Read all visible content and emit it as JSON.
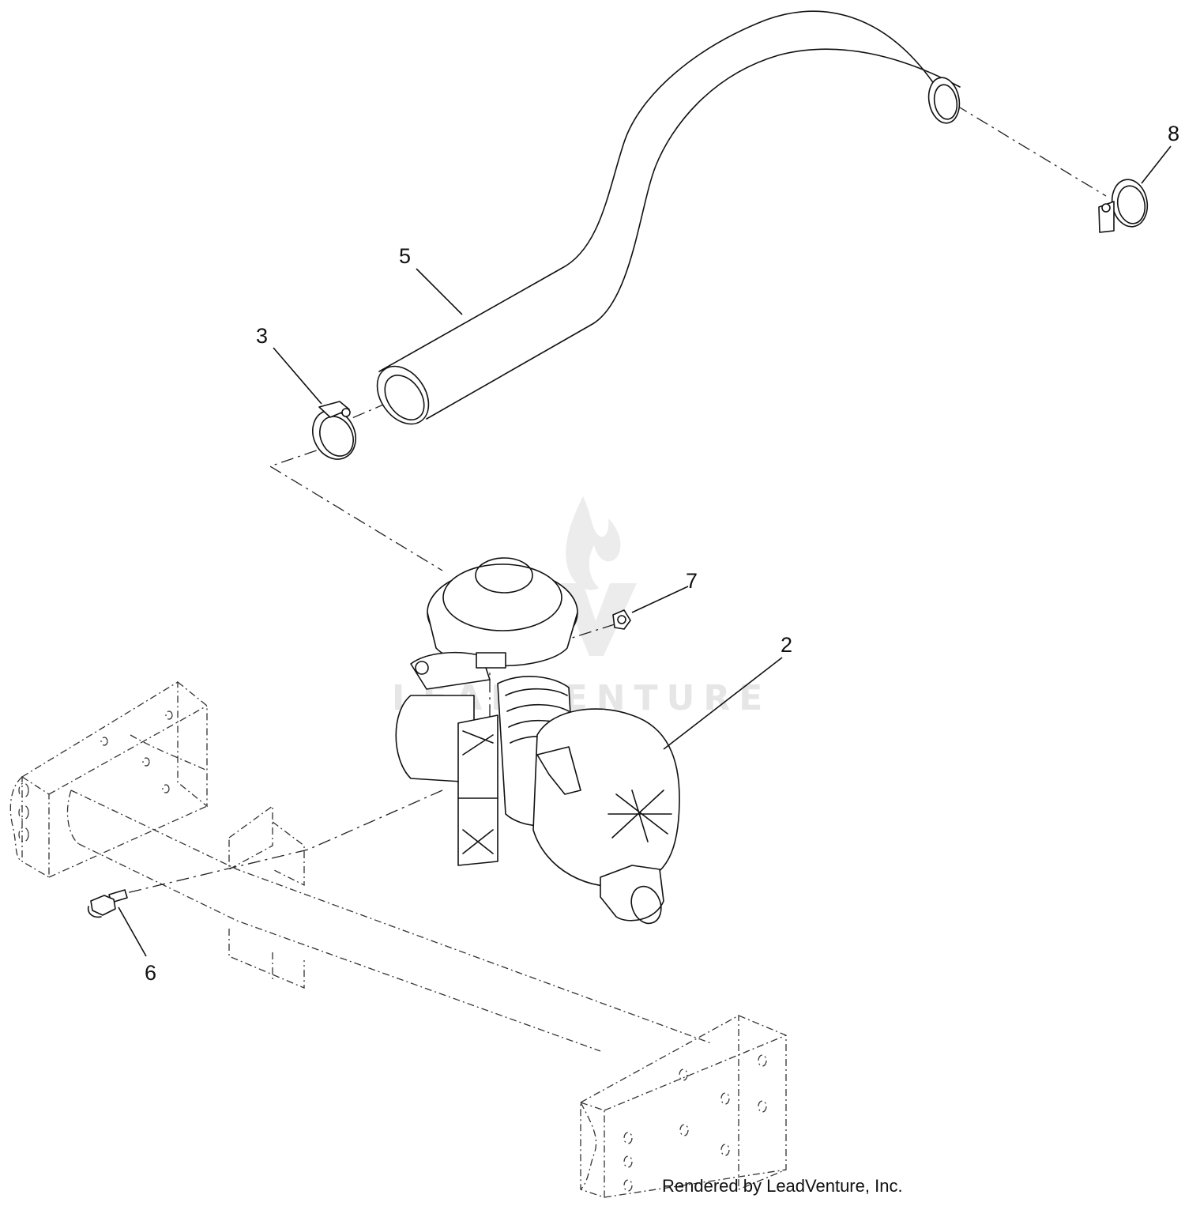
{
  "watermark": {
    "text": "LEADVENTURE"
  },
  "credit": "Rendered by LeadVenture, Inc.",
  "callouts": [
    {
      "id": "2",
      "label": "2"
    },
    {
      "id": "3",
      "label": "3"
    },
    {
      "id": "5",
      "label": "5"
    },
    {
      "id": "6",
      "label": "6"
    },
    {
      "id": "7",
      "label": "7"
    },
    {
      "id": "8",
      "label": "8"
    }
  ]
}
